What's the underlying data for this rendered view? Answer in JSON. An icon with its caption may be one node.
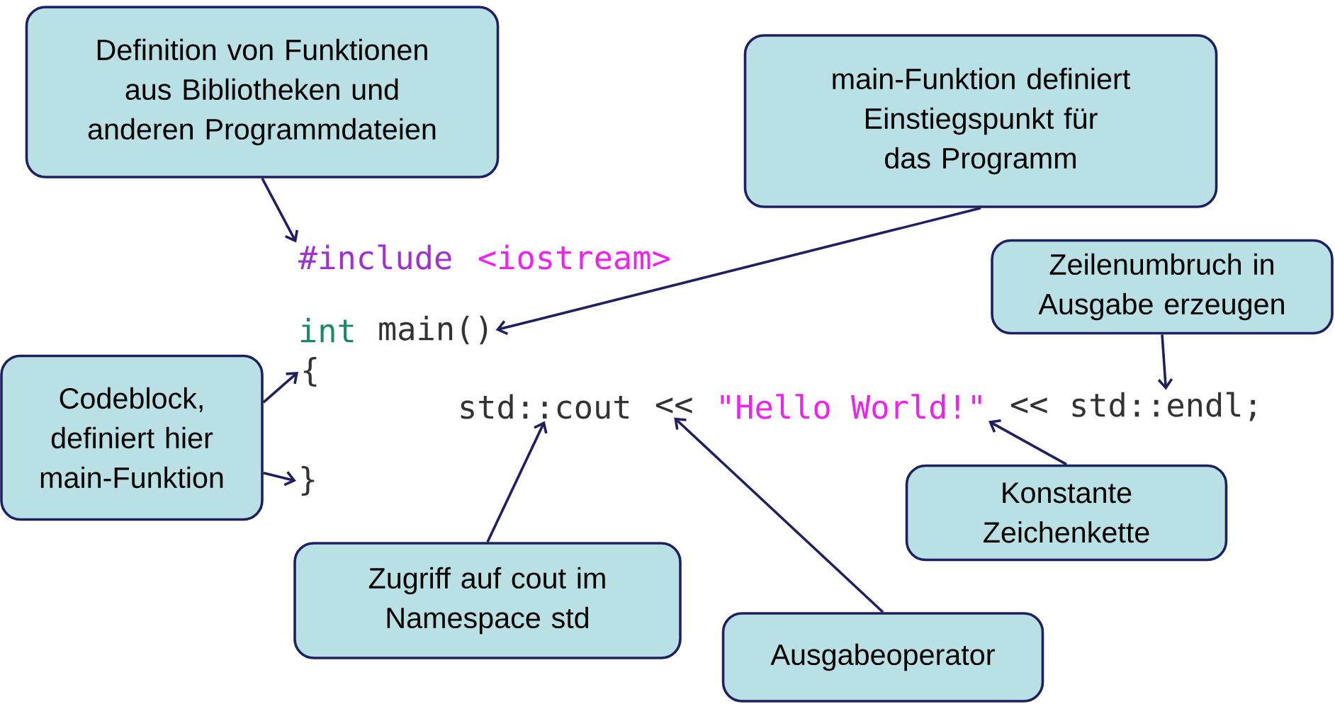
{
  "diagram": {
    "nodes": [
      {
        "text": [
          "Definition von Funktionen aus Bibliotheken und anderen Programmdateien"
        ]
      },
      {
        "text": [
          "main-Funktion definiert Einstiegspunkt für das Programm"
        ]
      },
      {
        "text": [
          "#include"
        ]
      },
      {
        "text": [
          "<iostream>"
        ]
      },
      {
        "text": [
          "Zeilenumbruch in Ausgabe erzeugen"
        ]
      },
      {
        "text": [
          "int"
        ]
      },
      {
        "text": [
          "main()"
        ]
      },
      {
        "text": [
          "Codeblock, definiert hier main-Funktion"
        ]
      },
      {
        "text": [
          "{"
        ]
      },
      {
        "text": [
          "std::cout"
        ]
      },
      {
        "text": [
          "<<"
        ]
      },
      {
        "text": [
          "\"Hello World!\""
        ]
      },
      {
        "text": [
          "<<"
        ]
      },
      {
        "text": [
          "std::endl;"
        ]
      },
      {
        "text": [
          "}"
        ]
      },
      {
        "text": [
          "Konstante Zeichenkette"
        ]
      },
      {
        "text": [
          "Zugriff auf cout im Namespace std"
        ]
      },
      {
        "text": [
          "Ausgabeoperator"
        ]
      }
    ],
    "edges": [
      {
        "from": 0,
        "to": 2,
        "arrow": "to"
      },
      {
        "from": 1,
        "to": 6,
        "arrow": "to"
      },
      {
        "from": 4,
        "to": 13,
        "arrow": "to"
      },
      {
        "from": 7,
        "to": 8,
        "arrow": "to"
      },
      {
        "from": 7,
        "to": 14,
        "arrow": "to"
      },
      {
        "from": 16,
        "to": 9,
        "arrow": "to"
      },
      {
        "from": 17,
        "to": 10,
        "arrow": "to"
      },
      {
        "from": 15,
        "to": 11,
        "arrow": "to"
      }
    ]
  }
}
